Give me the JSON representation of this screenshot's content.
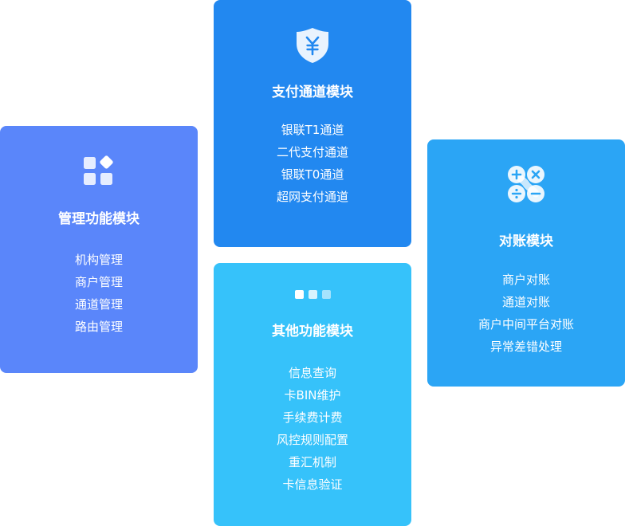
{
  "modules": [
    {
      "title": "管理功能模块",
      "icon": "apps-grid-icon",
      "items": [
        "机构管理",
        "商户管理",
        "通道管理",
        "路由管理"
      ]
    },
    {
      "title": "支付通道模块",
      "icon": "yuan-shield-icon",
      "items": [
        "银联T1通道",
        "二代支付通道",
        "银联T0通道",
        "超网支付通道"
      ]
    },
    {
      "title": "对账模块",
      "icon": "calculator-icon",
      "items": [
        "商户对账",
        "通道对账",
        "商户中间平台对账",
        "异常差错处理"
      ]
    },
    {
      "title": "其他功能模块",
      "icon": "dots-icon",
      "items": [
        "信息查询",
        "卡BIN维护",
        "手续费计费",
        "风控规则配置",
        "重汇机制",
        "卡信息验证"
      ]
    }
  ],
  "colors": {
    "management": "#5a86fa",
    "payment": "#2288f0",
    "reconciliation": "#2ba5f5",
    "other": "#36c2fa"
  }
}
